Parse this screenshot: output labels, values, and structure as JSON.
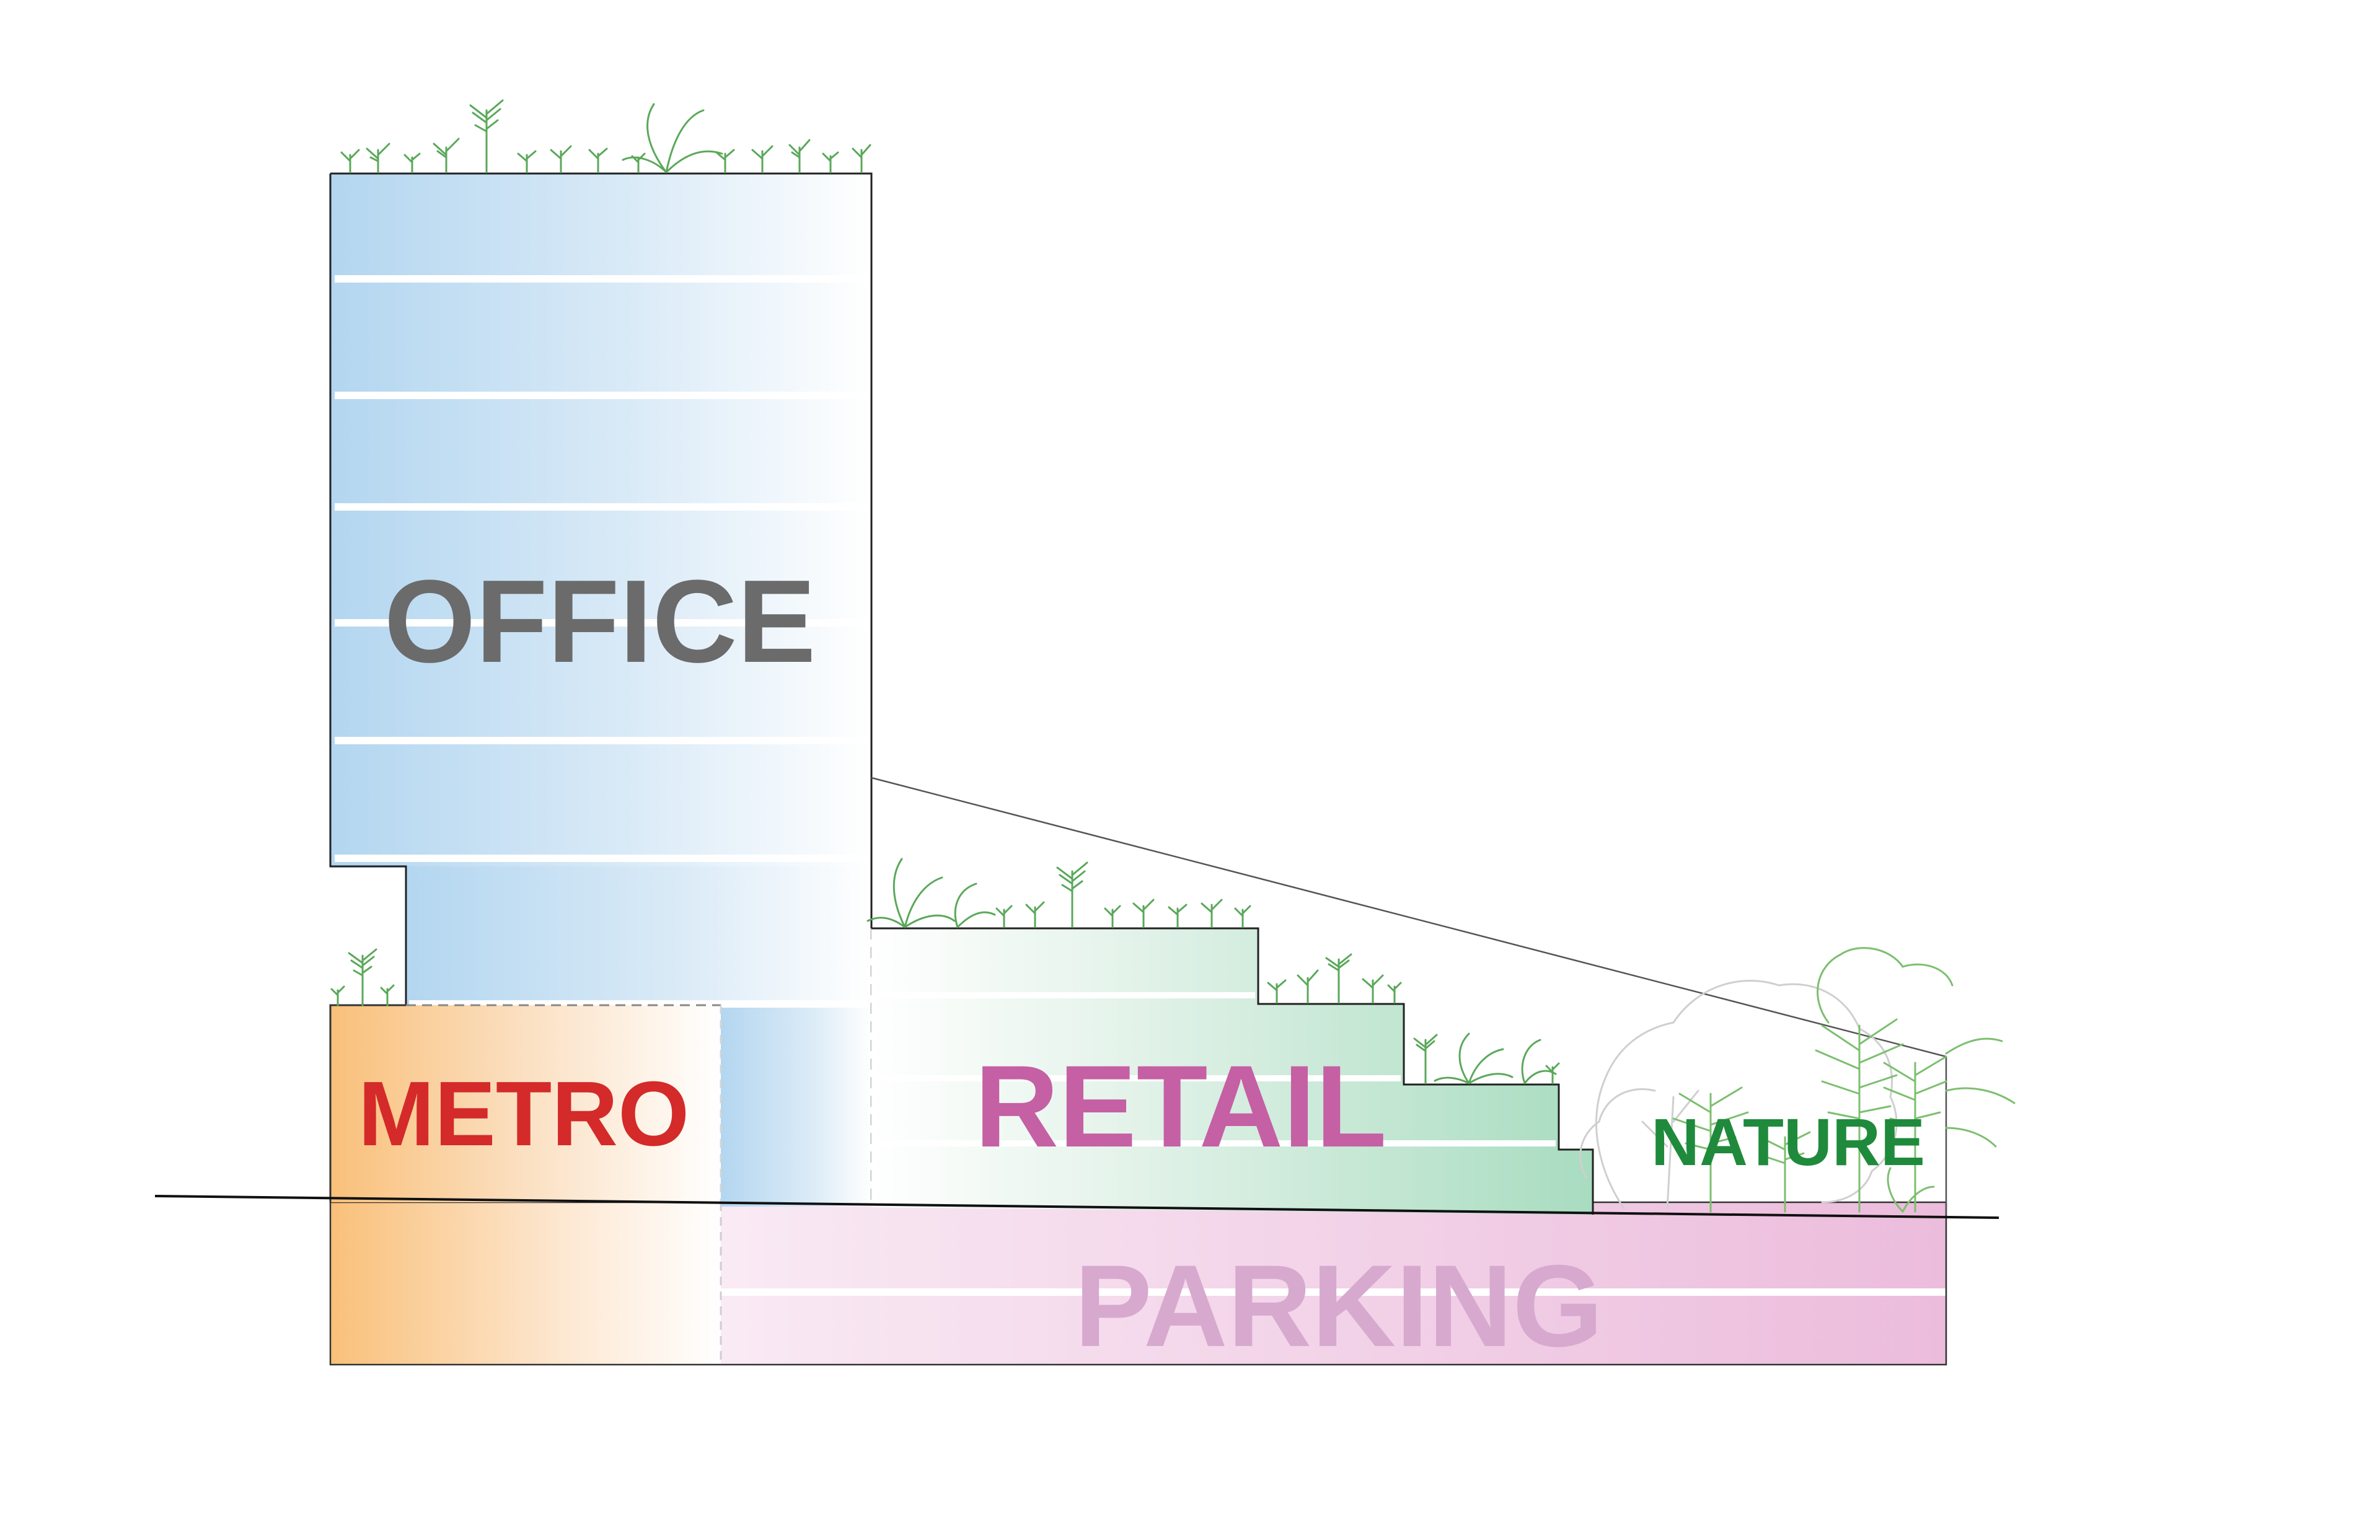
{
  "labels": {
    "office": "OFFICE",
    "metro": "METRO",
    "retail": "RETAIL",
    "nature": "NATURE",
    "parking": "PARKING"
  },
  "colors": {
    "office_fill": "#b3d6f0",
    "metro_fill": "#f9c07a",
    "retail_fill": "#a8dcc0",
    "parking_fill": "#eeb9dd",
    "plant_green": "#5aa85a",
    "office_text": "#6b6b6b",
    "metro_text": "#d42a2a",
    "retail_text": "#c560a4",
    "nature_text": "#1f8a3c",
    "parking_text": "#d7a9cf"
  }
}
